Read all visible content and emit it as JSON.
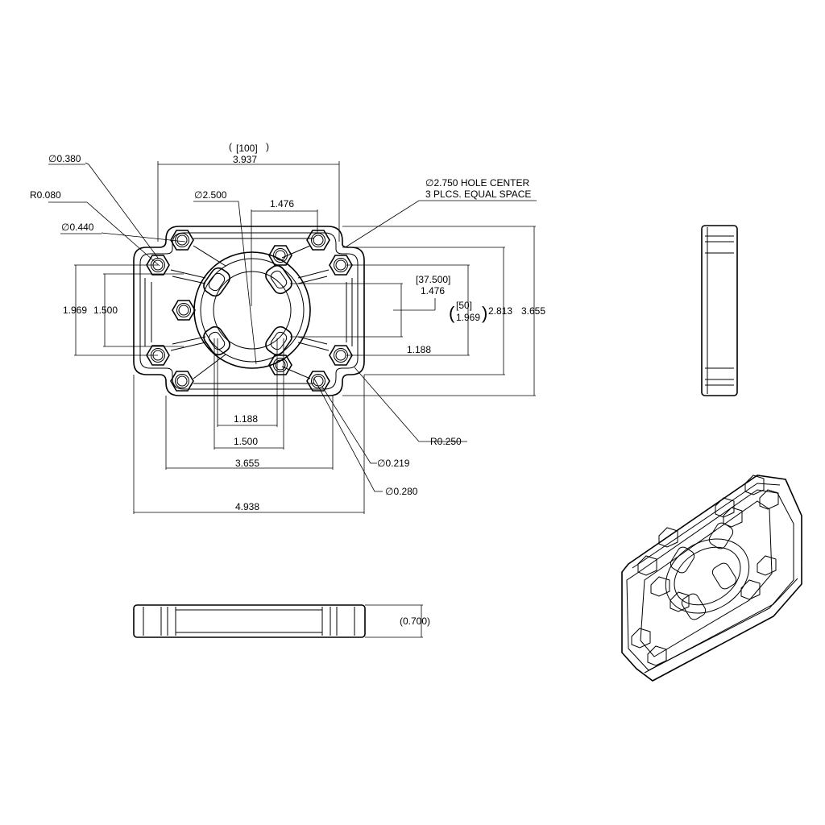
{
  "drawing": {
    "front_view": {
      "dim_top_ref": "[100]",
      "dim_top": "3.937",
      "dia_0380": "∅0.380",
      "r_0080": "R0.080",
      "dia_0440": "∅0.440",
      "dia_2500": "∅2.500",
      "dim_1476_top": "1.476",
      "hole_center_1": "∅2.750 HOLE CENTER",
      "hole_center_2": "3 PLCS. EQUAL SPACE",
      "dim_1969_left": "1.969",
      "dim_1500_left": "1.500",
      "ref_37500": "[37.500]",
      "dim_1476_right": "1.476",
      "ref_50": "[50]",
      "dim_1969_right": "1.969",
      "dim_2813": "2.813",
      "dim_3655_right": "3.655",
      "dim_1188_right": "1.188",
      "dim_1188_bottom": "1.188",
      "dim_1500_bottom": "1.500",
      "dim_3655_bottom": "3.655",
      "dim_4938": "4.938",
      "r_0250": "R0.250",
      "dia_0219": "∅0.219",
      "dia_0280": "∅0.280"
    },
    "bottom_view": {
      "thickness": "(0.700)"
    }
  }
}
